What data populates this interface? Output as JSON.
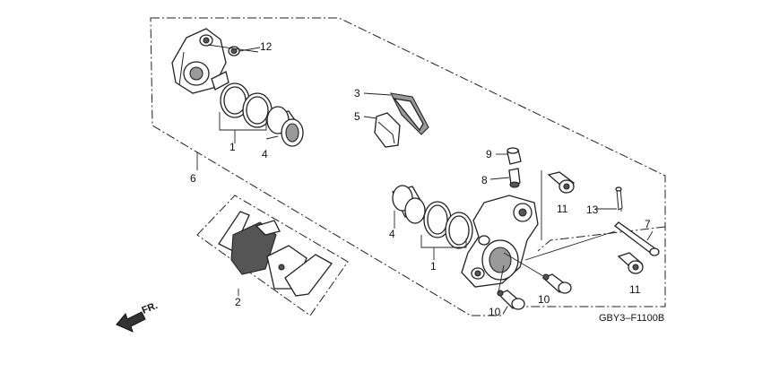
{
  "diagram_code": "GBY3–F1100B",
  "direction_label": "FR.",
  "callouts": {
    "c1a": "1",
    "c1b": "1",
    "c2": "2",
    "c3": "3",
    "c4a": "4",
    "c4b": "4",
    "c5": "5",
    "c6": "6",
    "c7": "7",
    "c8": "8",
    "c9": "9",
    "c10a": "10",
    "c10b": "10",
    "c11a": "11",
    "c11b": "11",
    "c12": "12",
    "c13": "13"
  },
  "icons": [
    "caliper-bracket-icon",
    "piston-seal-icon",
    "piston-icon",
    "pad-spring-icon",
    "pad-retainer-icon",
    "bleed-valve-icon",
    "bleed-cap-icon",
    "caliper-body-icon",
    "pin-bolt-icon",
    "brake-pad-icon",
    "cotter-pin-icon",
    "fr-arrow-icon"
  ]
}
